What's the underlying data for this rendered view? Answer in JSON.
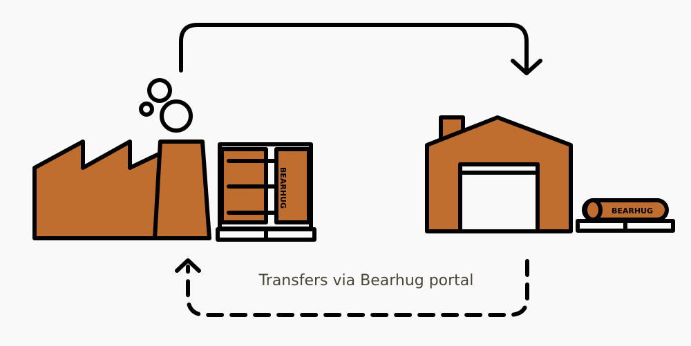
{
  "caption": "Transfers via Bearhug portal",
  "crate_label": "BEARHUG",
  "tube_label": "BEARHUG",
  "colors": {
    "fill": "#bf6e2f",
    "stroke": "#000000",
    "text": "#4a4535",
    "background": "#f9f9f9"
  }
}
